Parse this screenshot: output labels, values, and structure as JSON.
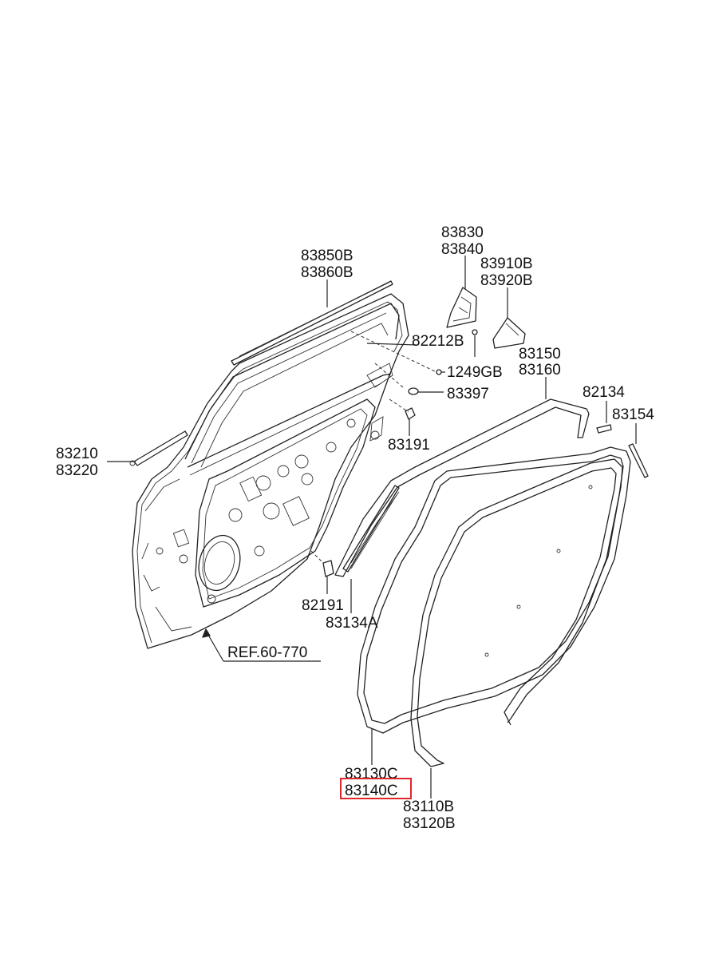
{
  "labels": {
    "p83850B": "83850B",
    "p83860B": "83860B",
    "p83830": "83830",
    "p83840": "83840",
    "p83910B": "83910B",
    "p83920B": "83920B",
    "p82212B": "82212B",
    "p1249GB": "1249GB",
    "p83397": "83397",
    "p83191": "83191",
    "p83150": "83150",
    "p83160": "83160",
    "p82134": "82134",
    "p83154": "83154",
    "p83210": "83210",
    "p83220": "83220",
    "p82191": "82191",
    "p83134A": "83134A",
    "ref": "REF.60-770",
    "p83130C": "83130C",
    "p83140C": "83140C",
    "p83110B": "83110B",
    "p83120B": "83120B"
  },
  "highlight": {
    "part": "83140C",
    "color": "#e0272c"
  }
}
